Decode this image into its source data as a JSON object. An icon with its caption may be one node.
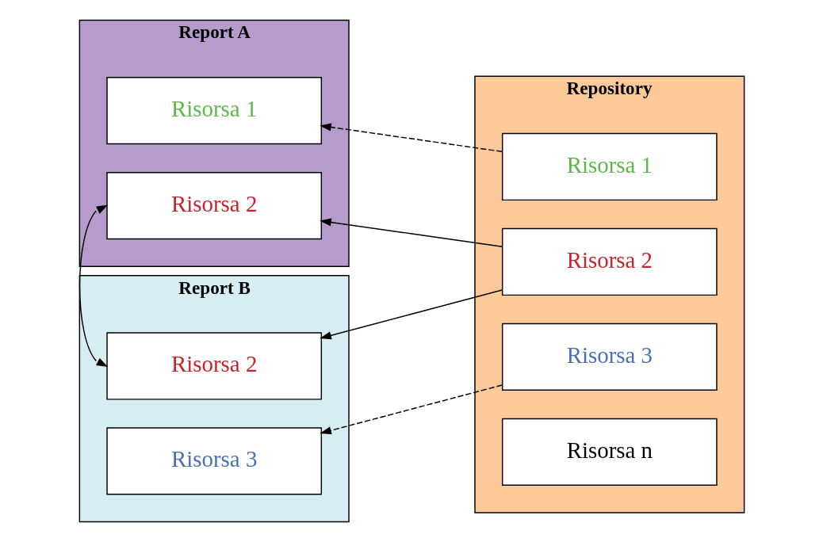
{
  "diagram": {
    "nodes": [
      {
        "text": [
          "Report A"
        ]
      },
      {
        "text": [
          "Risorsa 1"
        ],
        "in": 0
      },
      {
        "text": [
          "Risorsa 2"
        ],
        "in": 0
      },
      {
        "text": [
          "Report B"
        ]
      },
      {
        "text": [
          "Risorsa 2"
        ],
        "in": 3
      },
      {
        "text": [
          "Risorsa 3"
        ],
        "in": 3
      },
      {
        "text": [
          "Repository"
        ]
      },
      {
        "text": [
          "Risorsa 1"
        ],
        "in": 6
      },
      {
        "text": [
          "Risorsa 2"
        ],
        "in": 6
      },
      {
        "text": [
          "Risorsa 3"
        ],
        "in": 6
      },
      {
        "text": [
          "Risorsa n"
        ],
        "in": 6
      }
    ],
    "edges": [
      {
        "from": 7,
        "to": 1,
        "arrow": "to",
        "style": "dashed"
      },
      {
        "from": 8,
        "to": 2,
        "arrow": "to"
      },
      {
        "from": 2,
        "to": 4,
        "arrow": "both"
      },
      {
        "from": 8,
        "to": 4,
        "arrow": "to"
      },
      {
        "from": 9,
        "to": 5,
        "arrow": "to",
        "style": "dashed"
      }
    ]
  }
}
